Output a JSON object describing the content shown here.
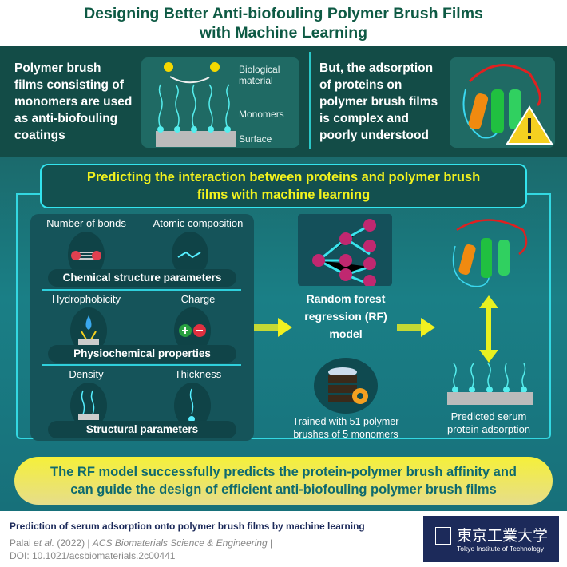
{
  "title": {
    "line1": "Designing Better Anti-biofouling Polymer Brush Films",
    "line2": "with Machine Learning"
  },
  "top": {
    "left_text": [
      "Polymer brush",
      "films consisting of",
      "monomers are used",
      "as anti-biofouling",
      "coatings"
    ],
    "diagram_labels": {
      "bio1": "Biological",
      "bio2": "material",
      "monomers": "Monomers",
      "surface": "Surface"
    },
    "right_text": [
      "But, the adsorption",
      "of proteins on",
      "polymer brush films",
      "is complex and",
      "poorly understood"
    ]
  },
  "banner": {
    "line1": "Predicting the interaction between proteins and polymer brush",
    "line2": "films with machine learning"
  },
  "params": {
    "groups": [
      {
        "items": [
          "Number of bonds",
          "Atomic composition"
        ],
        "title": "Chemical structure parameters"
      },
      {
        "items": [
          "Hydrophobicity",
          "Charge"
        ],
        "title": "Physiochemical properties"
      },
      {
        "items": [
          "Density",
          "Thickness"
        ],
        "title": "Structural parameters"
      }
    ]
  },
  "model": {
    "line1": "Random forest",
    "line2": "regression (RF)",
    "line3": "model",
    "trained1": "Trained with 51 polymer",
    "trained2": "brushes of 5 monomers"
  },
  "result": {
    "line1": "Predicted serum",
    "line2": "protein adsorption"
  },
  "conclusion": {
    "line1": "The RF model successfully predicts the protein-polymer brush affinity and",
    "line2": "can guide the design of efficient anti-biofouling polymer brush films"
  },
  "footer": {
    "paper_title": "Prediction of serum adsorption onto polymer brush films by machine learning",
    "authors": "Palai",
    "etal": "et al.",
    "year": "(2022) | ",
    "journal": "ACS Biomaterials Science & Engineering",
    "sep": " |",
    "doi": "DOI: 10.1021/acsbiomaterials.2c00441",
    "logo_jp": "東京工業大学",
    "logo_en": "Tokyo Institute of Technology"
  },
  "colors": {
    "header": "#0e5a44",
    "accent_yellow": "#f2f21e",
    "cyan": "#33e4ee",
    "logo_bg": "#1c2a5a"
  }
}
